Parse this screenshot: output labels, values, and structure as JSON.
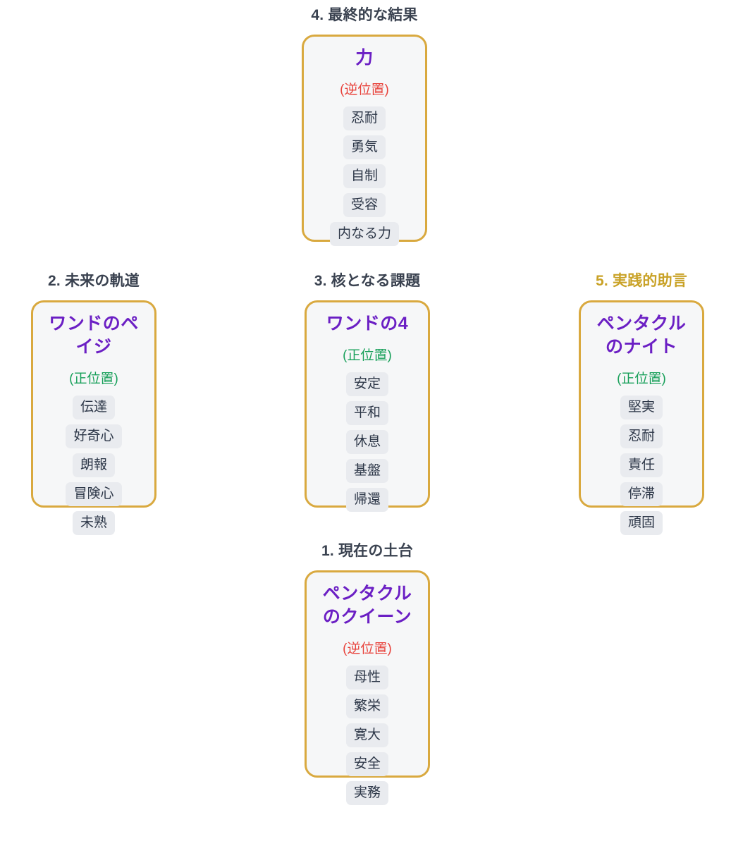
{
  "spread": {
    "title_color_default": "#3a4250",
    "title_color_accent": "#c9a227",
    "card_border_color": "#d9a93f",
    "card_bg_color": "#f6f7f8",
    "card_name_color": "#6b1fc4",
    "upright_color": "#18a05a",
    "reversed_color": "#e8433c",
    "keyword_bg_color": "#e9ebef",
    "keyword_text_color": "#2d3748"
  },
  "positions": [
    {
      "id": "position-4",
      "heading": "4. 最終的な結果",
      "heading_accent": false,
      "card_name": "力",
      "orientation": "(逆位置)",
      "orientation_type": "reversed",
      "keywords": [
        "忍耐",
        "勇気",
        "自制",
        "受容",
        "内なる力"
      ]
    },
    {
      "id": "position-2",
      "heading": "2. 未来の軌道",
      "heading_accent": false,
      "card_name": "ワンドのペイジ",
      "orientation": "(正位置)",
      "orientation_type": "upright",
      "keywords": [
        "伝達",
        "好奇心",
        "朗報",
        "冒険心",
        "未熟"
      ]
    },
    {
      "id": "position-3",
      "heading": "3. 核となる課題",
      "heading_accent": false,
      "card_name": "ワンドの4",
      "orientation": "(正位置)",
      "orientation_type": "upright",
      "keywords": [
        "安定",
        "平和",
        "休息",
        "基盤",
        "帰還"
      ]
    },
    {
      "id": "position-5",
      "heading": "5. 実践的助言",
      "heading_accent": true,
      "card_name": "ペンタクルのナイト",
      "orientation": "(正位置)",
      "orientation_type": "upright",
      "keywords": [
        "堅実",
        "忍耐",
        "責任",
        "停滞",
        "頑固"
      ]
    },
    {
      "id": "position-1",
      "heading": "1. 現在の土台",
      "heading_accent": false,
      "card_name": "ペンタクルのクイーン",
      "orientation": "(逆位置)",
      "orientation_type": "reversed",
      "keywords": [
        "母性",
        "繁栄",
        "寛大",
        "安全",
        "実務"
      ]
    }
  ]
}
